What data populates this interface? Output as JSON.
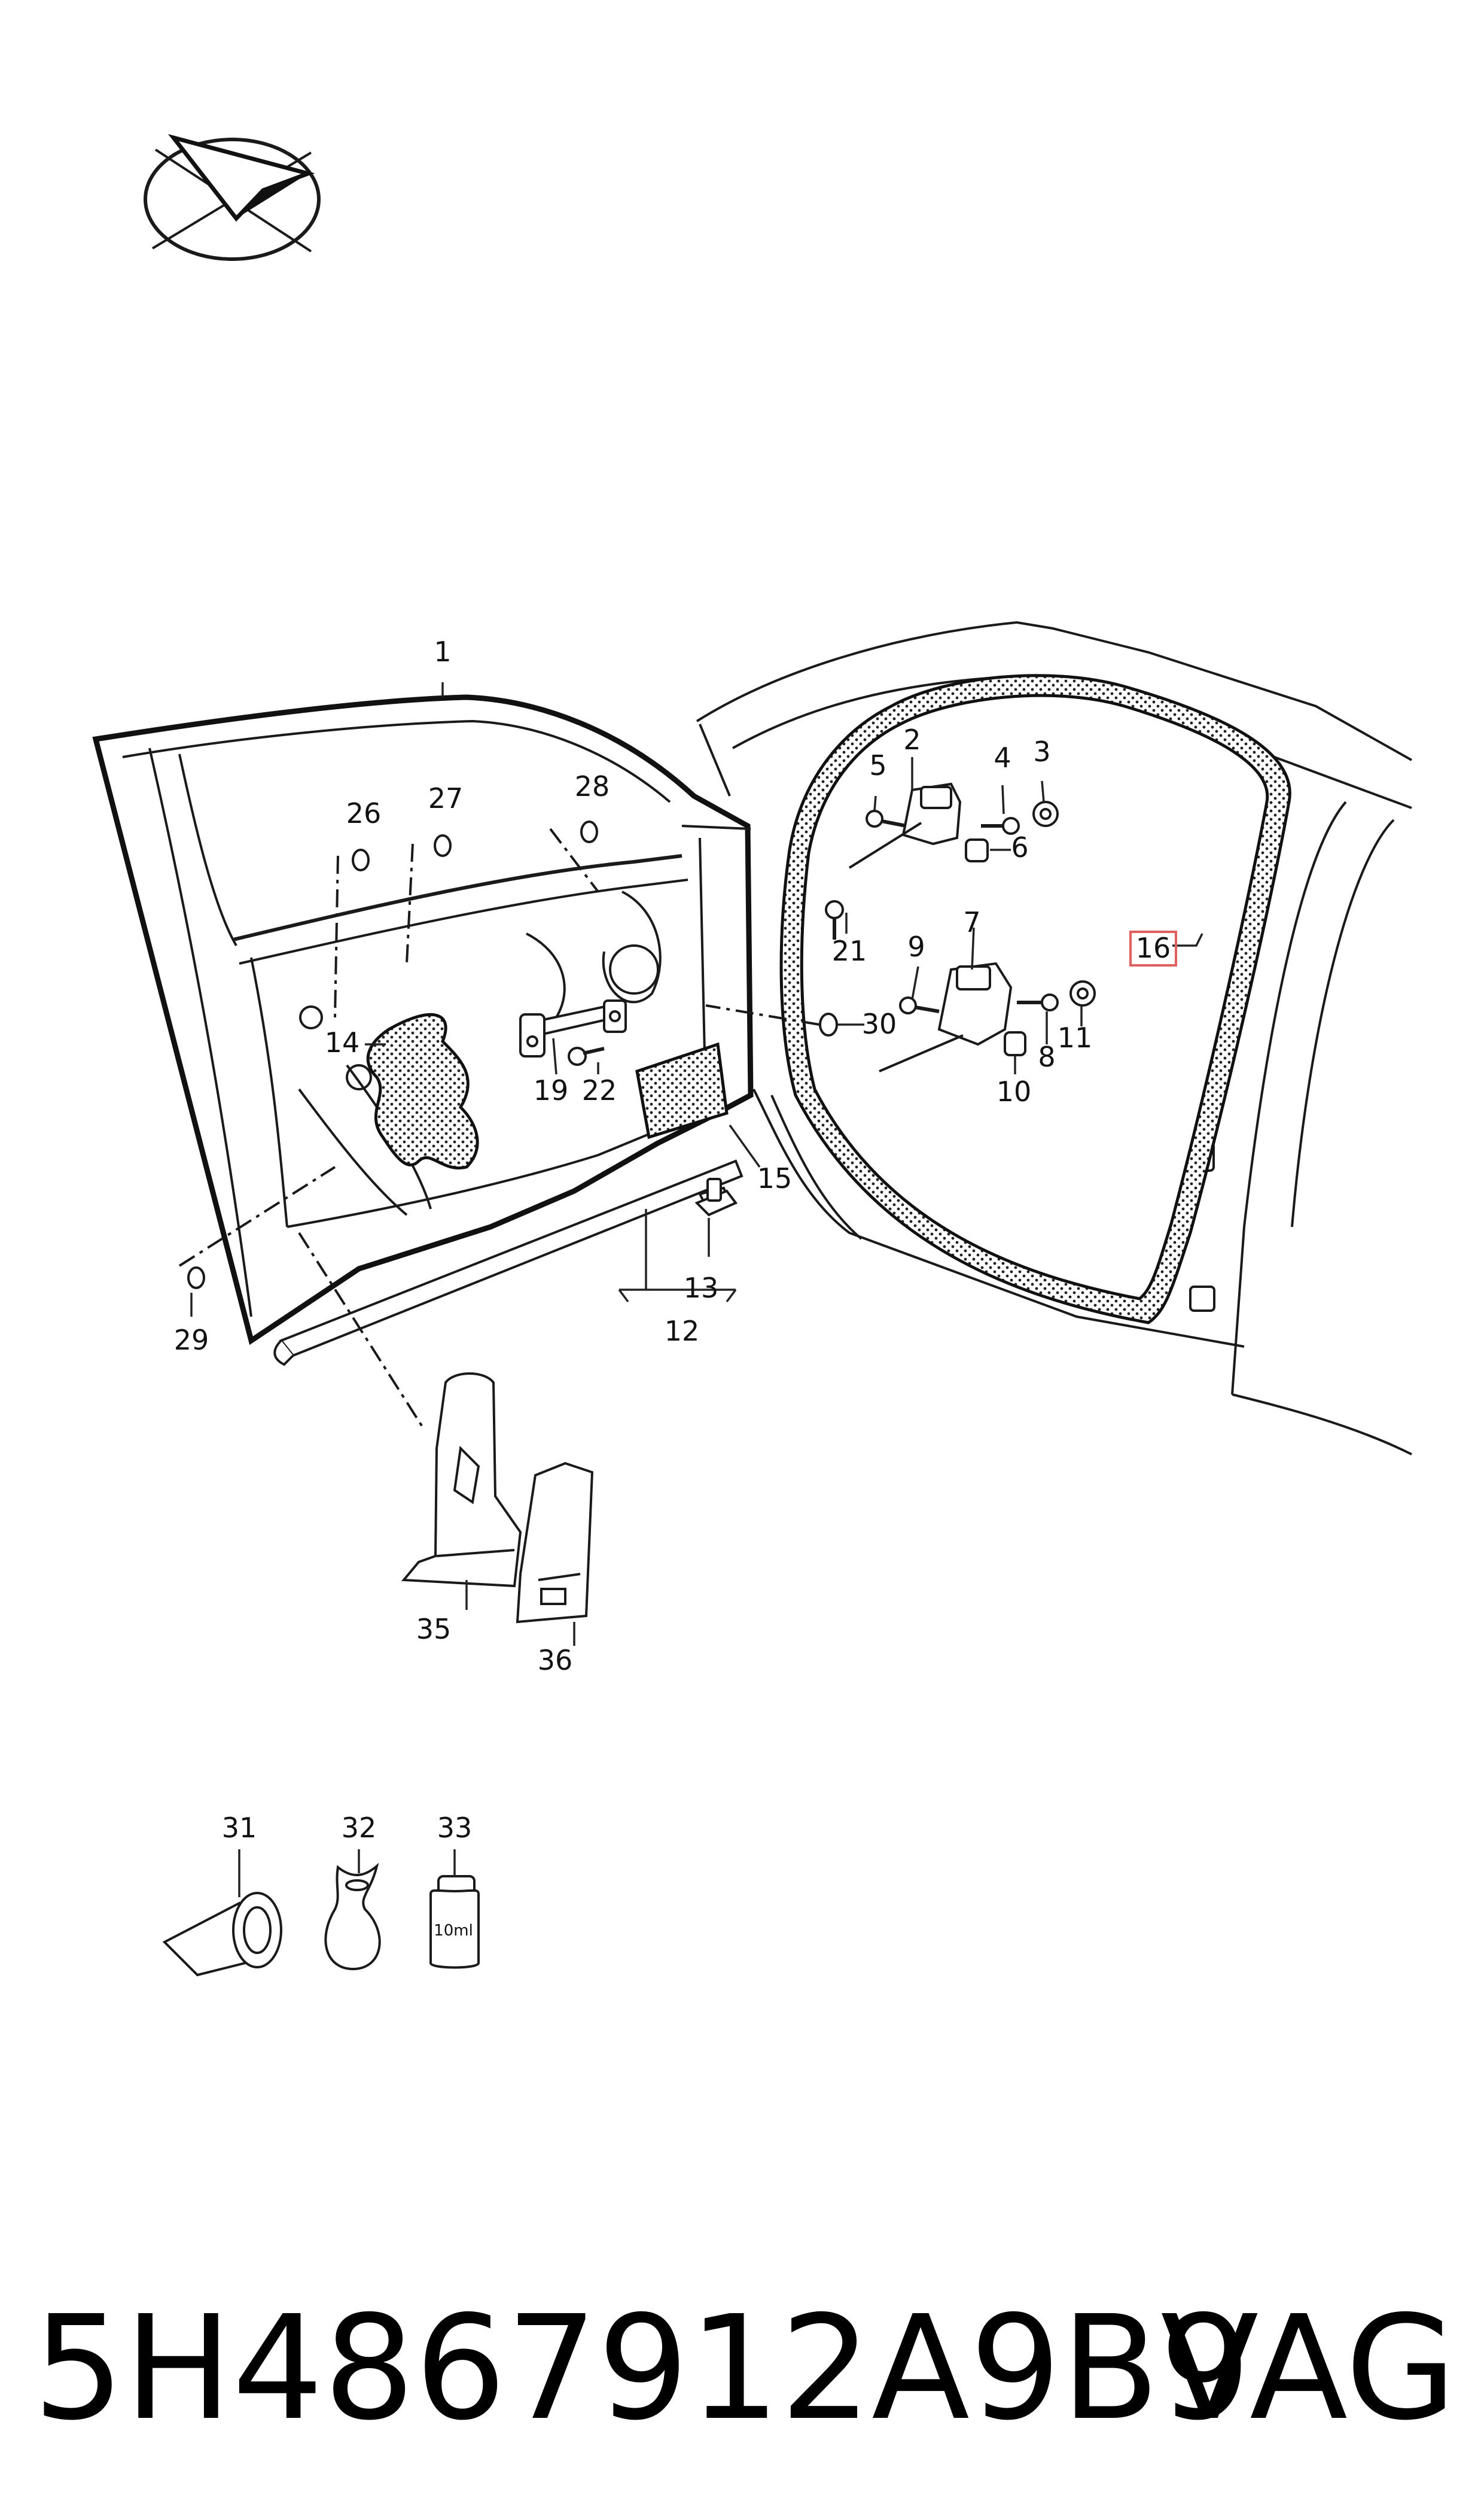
{
  "callouts": [
    {
      "id": "1",
      "text": "1"
    },
    {
      "id": "2",
      "text": "2"
    },
    {
      "id": "3",
      "text": "3"
    },
    {
      "id": "4",
      "text": "4"
    },
    {
      "id": "5",
      "text": "5"
    },
    {
      "id": "6",
      "text": "6"
    },
    {
      "id": "7",
      "text": "7"
    },
    {
      "id": "8",
      "text": "8"
    },
    {
      "id": "9",
      "text": "9"
    },
    {
      "id": "10",
      "text": "10"
    },
    {
      "id": "11",
      "text": "11"
    },
    {
      "id": "12",
      "text": "12"
    },
    {
      "id": "13",
      "text": "13"
    },
    {
      "id": "14",
      "text": "14"
    },
    {
      "id": "15",
      "text": "15"
    },
    {
      "id": "16",
      "text": "16"
    },
    {
      "id": "19",
      "text": "19"
    },
    {
      "id": "21",
      "text": "21"
    },
    {
      "id": "22",
      "text": "22"
    },
    {
      "id": "26",
      "text": "26"
    },
    {
      "id": "27",
      "text": "27"
    },
    {
      "id": "28",
      "text": "28"
    },
    {
      "id": "29",
      "text": "29"
    },
    {
      "id": "30",
      "text": "30"
    },
    {
      "id": "31",
      "text": "31"
    },
    {
      "id": "32",
      "text": "32"
    },
    {
      "id": "33",
      "text": "33"
    },
    {
      "id": "35",
      "text": "35"
    },
    {
      "id": "36",
      "text": "36"
    }
  ],
  "bottle_label": "10ml",
  "part_number": "5H4867912A9B9",
  "brand": "VAG",
  "highlight_color": "#e06060"
}
